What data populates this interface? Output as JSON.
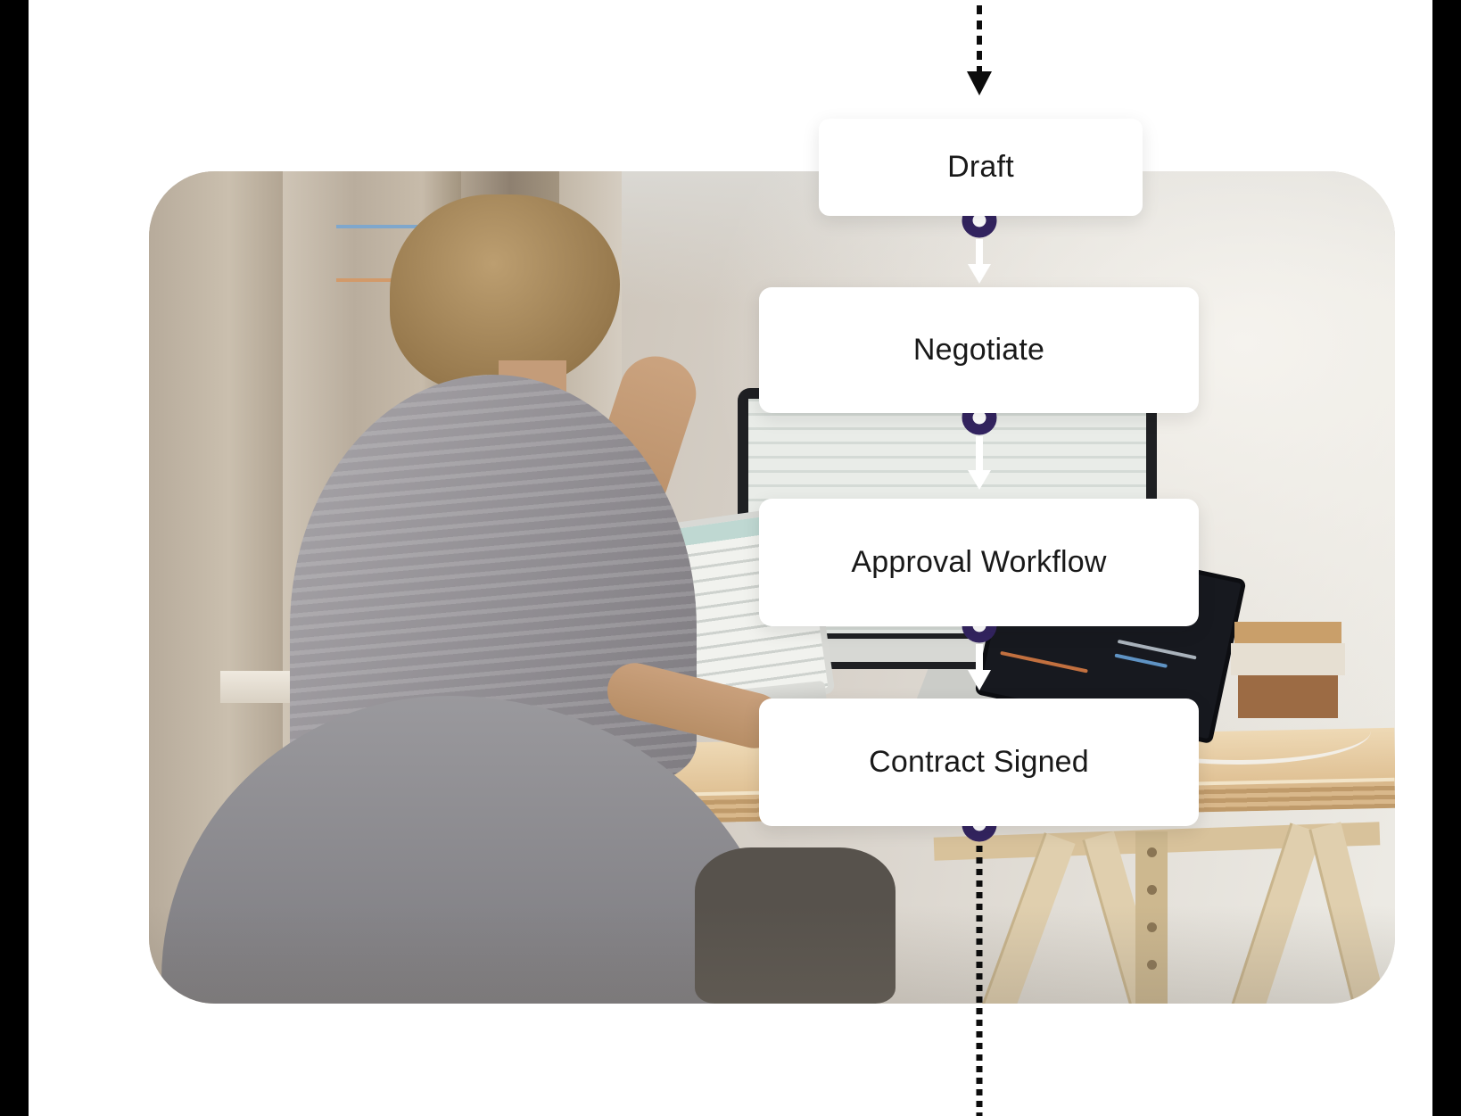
{
  "flow": {
    "steps": [
      {
        "label": "Draft"
      },
      {
        "label": "Negotiate"
      },
      {
        "label": "Approval Workflow"
      },
      {
        "label": "Contract Signed"
      }
    ]
  },
  "icons": {
    "top_connector": "dashed-arrow-down-icon",
    "step_node": "ring-node-icon",
    "step_arrow": "arrow-down-icon",
    "bottom_connector": "dotted-line-icon"
  },
  "colors": {
    "node_ring": "#332460",
    "connector_black": "#0c0c0c",
    "arrow_white": "#ffffff",
    "card_bg": "#ffffff",
    "card_text": "#191919",
    "side_bars": "#000000"
  }
}
